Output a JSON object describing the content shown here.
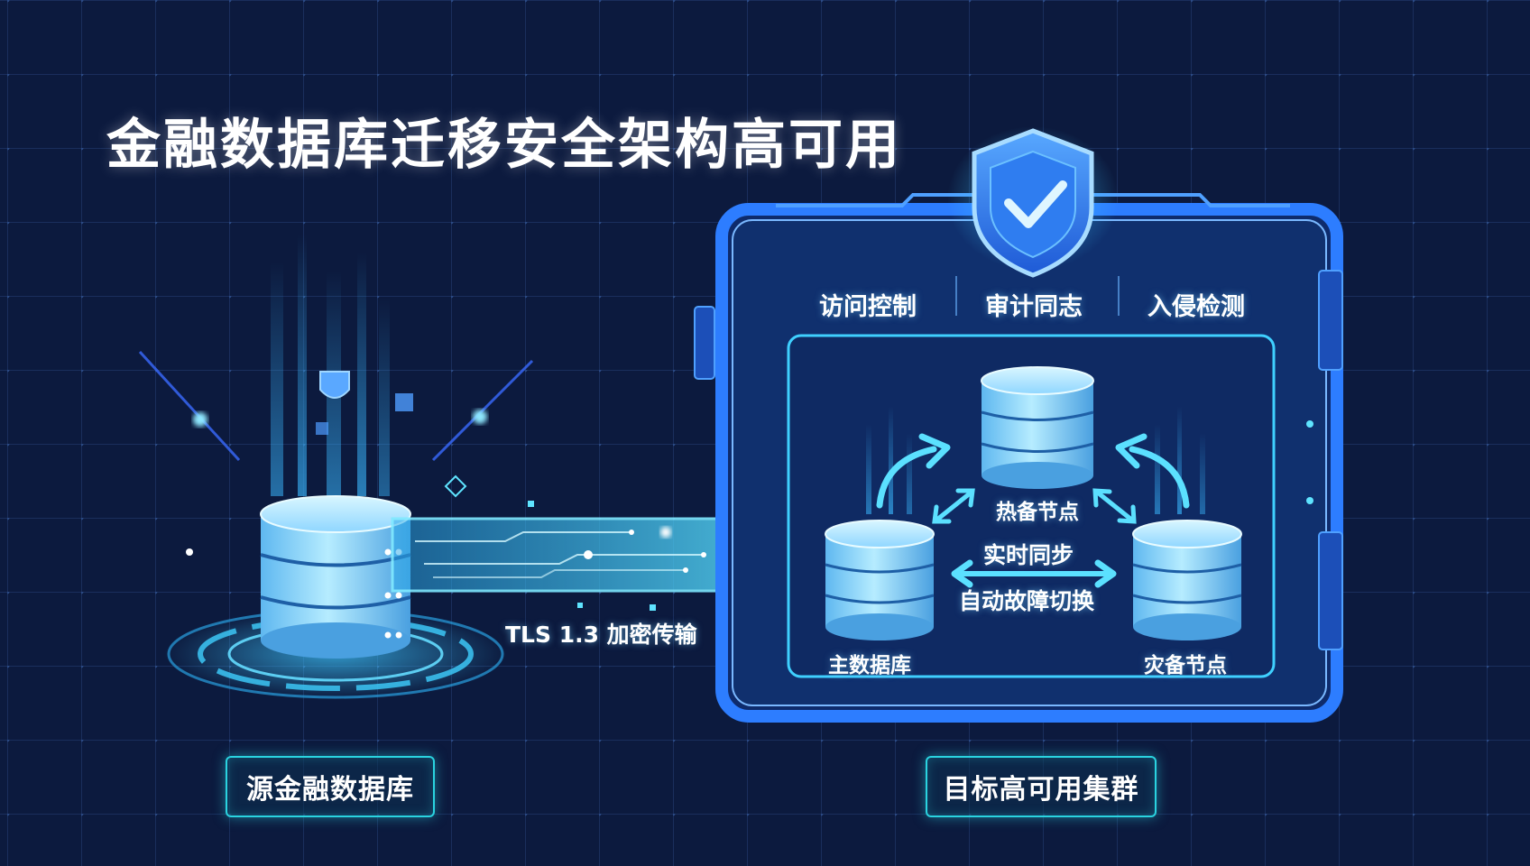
{
  "title": "金融数据库迁移安全架构高可用",
  "source": {
    "label": "源金融数据库"
  },
  "transfer": {
    "label": "TLS 1.3 加密传输"
  },
  "target": {
    "label": "目标高可用集群"
  },
  "security_features": [
    "访问控制",
    "审计同志",
    "入侵检测"
  ],
  "cluster": {
    "primary": "主数据库",
    "hot_standby": "热备节点",
    "dr_node": "灾备节点",
    "sync": "实时同步",
    "failover": "自动故障切换"
  },
  "colors": {
    "background": "#0c1a3e",
    "cylinder": "#8fd6ff",
    "frame": "#2d7dff",
    "accent": "#2ad3e0",
    "arrow": "#5be0ff"
  }
}
